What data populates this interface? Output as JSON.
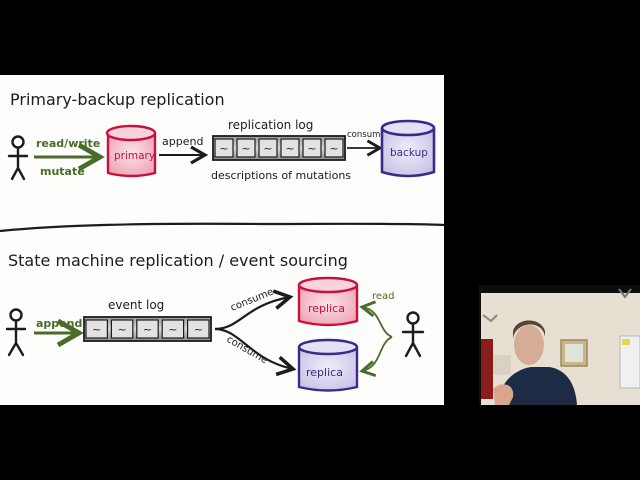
{
  "slide": {
    "section1": {
      "title": "Primary-backup replication",
      "read_write_label": "read/write",
      "mutate_label": "mutate",
      "primary_label": "primary",
      "append_label": "append",
      "log_title": "replication log",
      "log_caption": "descriptions of mutations",
      "consume_label": "consume",
      "backup_label": "backup",
      "log_entries": [
        "~",
        "~",
        "~",
        "~",
        "~",
        "~"
      ]
    },
    "section2": {
      "title": "State machine replication / event sourcing",
      "append_label": "append",
      "log_title": "event log",
      "consume_top_label": "consume",
      "consume_bottom_label": "consume",
      "replica_top_label": "replica",
      "replica_bottom_label": "replica",
      "read_label": "read",
      "log_entries": [
        "~",
        "~",
        "~",
        "~",
        "~"
      ]
    }
  },
  "colors": {
    "ink": "#1c1c1c",
    "green": "#4a6b2a",
    "red": "#c8103a",
    "red_fill": "#f3b8c6",
    "purple": "#3a2a8a",
    "purple_fill": "#d4d0ec",
    "log_fill": "#c9c9c9"
  }
}
